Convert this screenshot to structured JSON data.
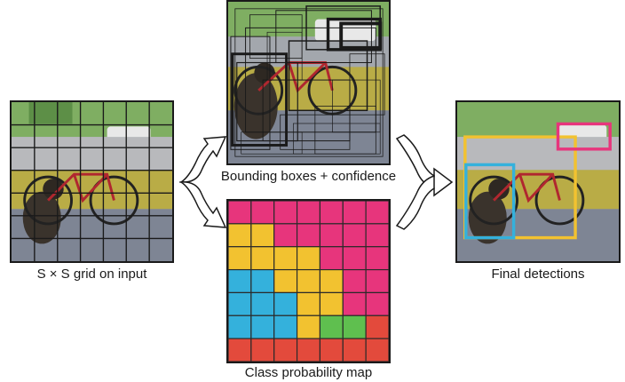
{
  "captions": {
    "grid": "S × S grid on input",
    "boxes": "Bounding boxes + confidence",
    "classmap": "Class probability map",
    "final": "Final detections"
  },
  "colors": {
    "magenta": "#e7357c",
    "yellow": "#f2c230",
    "cyan": "#34b1dc",
    "green": "#5fbf4f",
    "red": "#e34a3c",
    "outline": "#1a1a1a"
  },
  "class_map": [
    [
      "magenta",
      "magenta",
      "magenta",
      "magenta",
      "magenta",
      "magenta",
      "magenta"
    ],
    [
      "yellow",
      "yellow",
      "magenta",
      "magenta",
      "magenta",
      "magenta",
      "magenta"
    ],
    [
      "yellow",
      "yellow",
      "yellow",
      "yellow",
      "magenta",
      "magenta",
      "magenta"
    ],
    [
      "cyan",
      "cyan",
      "yellow",
      "yellow",
      "yellow",
      "magenta",
      "magenta"
    ],
    [
      "cyan",
      "cyan",
      "cyan",
      "yellow",
      "yellow",
      "magenta",
      "magenta"
    ],
    [
      "cyan",
      "cyan",
      "cyan",
      "yellow",
      "green",
      "green",
      "red"
    ],
    [
      "red",
      "red",
      "red",
      "red",
      "red",
      "red",
      "red"
    ]
  ],
  "detections": [
    {
      "color": "yellow"
    },
    {
      "color": "cyan"
    },
    {
      "color": "magenta"
    }
  ]
}
